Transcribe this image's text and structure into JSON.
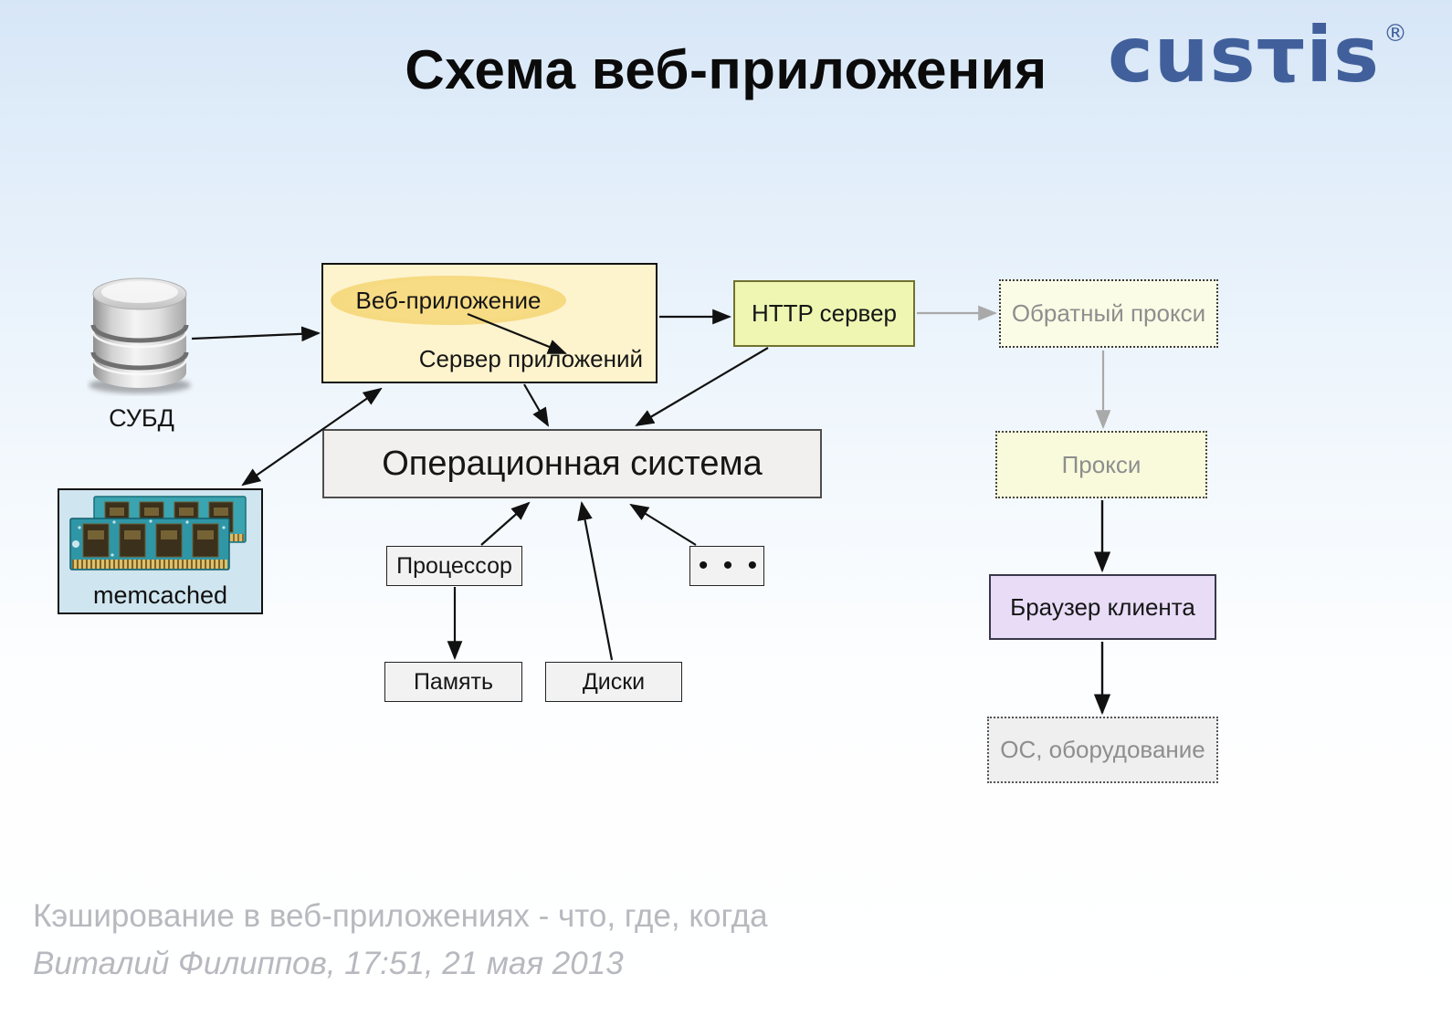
{
  "title": "Схема веб-приложения",
  "logo": {
    "text": "cusτis",
    "registered": "®",
    "brand": "CUSTIS",
    "color": "#41609b"
  },
  "nodes": {
    "db": {
      "label": "СУБД"
    },
    "web_app": {
      "ellipse": "Веб-приложение",
      "server": "Сервер приложений"
    },
    "http_server": {
      "label": "HTTP сервер"
    },
    "reverse_proxy": {
      "label": "Обратный прокси"
    },
    "proxy": {
      "label": "Прокси"
    },
    "client_browser": {
      "label": "Браузер клиента"
    },
    "os_hardware": {
      "label": "ОС, оборудование"
    },
    "os": {
      "label": "Операционная система"
    },
    "cpu": {
      "label": "Процессор"
    },
    "memory": {
      "label": "Память"
    },
    "disks": {
      "label": "Диски"
    },
    "more": {
      "label": "• • •"
    },
    "memcached": {
      "label": "memcached"
    }
  },
  "footer": {
    "line1": "Кэширование в веб-приложениях - что, где, когда",
    "line2": "Виталий Филиппов, 17:51, 21 мая 2013"
  },
  "colors": {
    "background_top": "#d7e6f7",
    "background_bottom": "#ffffff",
    "brand_blue": "#41609b",
    "web_app_box_fill": "#fdf3cd",
    "web_app_ellipse_fill": "#f3d475",
    "http_server_fill": "#eef6b2",
    "http_server_border": "#70722f",
    "reverse_proxy_fill": "#fbfce6",
    "proxy_fill": "#f8fadb",
    "client_browser_fill": "#e8dcf7",
    "os_hardware_fill": "#efefef",
    "os_fill": "#f1f0ee",
    "hardware_box_fill": "#f2f2f2",
    "memcached_fill": "#cfe5ef",
    "muted_text": "#8e8e8e",
    "gray_arrow": "#a9a9a9",
    "black_arrow": "#111111",
    "footer_text": "#b8b8bf"
  }
}
